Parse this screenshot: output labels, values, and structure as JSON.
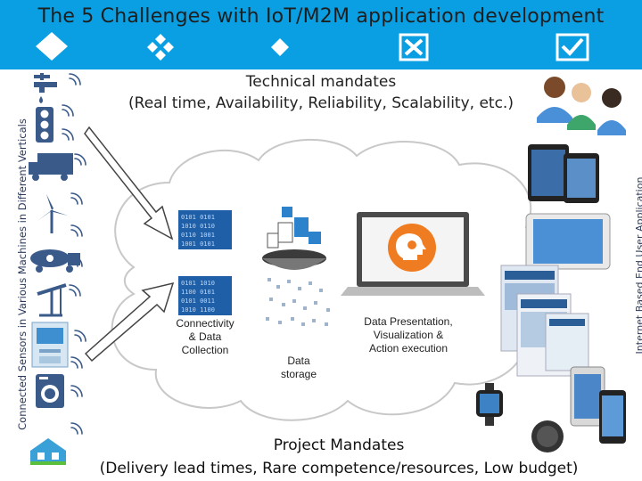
{
  "title": "The 5 Challenges with IoT/M2M application development",
  "colors": {
    "header_bg": "#0a9fe3",
    "cloud_outline": "#c8c8c8",
    "arrow_fill": "#ffffff",
    "arrow_stroke": "#444444"
  },
  "bullets": [
    {
      "icon": "diamond-icon"
    },
    {
      "icon": "four-diamond-icon"
    },
    {
      "icon": "small-diamond-icon"
    },
    {
      "icon": "checkbox-x-icon"
    },
    {
      "icon": "checkbox-check-icon"
    }
  ],
  "left_vertical_label": "Connected Sensors in Various Machines in Different Verticals",
  "right_vertical_label": "Internet Based End User Application",
  "technical_mandates": {
    "line1": "Technical mandates",
    "line2": "(Real time, Availability, Reliability, Scalability, etc.)"
  },
  "project_mandates": {
    "line1": "Project Mandates",
    "line2": "(Delivery lead times, Rare competence/resources, Low budget)"
  },
  "stages": {
    "connectivity": {
      "line1": "Connectivity",
      "line2": "& Data",
      "line3": "Collection"
    },
    "storage": {
      "line1": "Data",
      "line2": "storage"
    },
    "presentation": {
      "line1": "Data Presentation,",
      "line2": "Visualization &",
      "line3": "Action execution"
    }
  },
  "sensor_icons": [
    "water-tap-icon",
    "traffic-light-icon",
    "truck-icon",
    "wind-turbine-icon",
    "tanker-truck-icon",
    "oil-pump-icon",
    "atm-icon",
    "washing-machine-icon",
    "house-icon"
  ],
  "end_user_icons": [
    "users-icon",
    "tablets-icon",
    "tablet-icon",
    "desktop-screens-icon",
    "smartwatch-icon",
    "smartphone-icon"
  ]
}
